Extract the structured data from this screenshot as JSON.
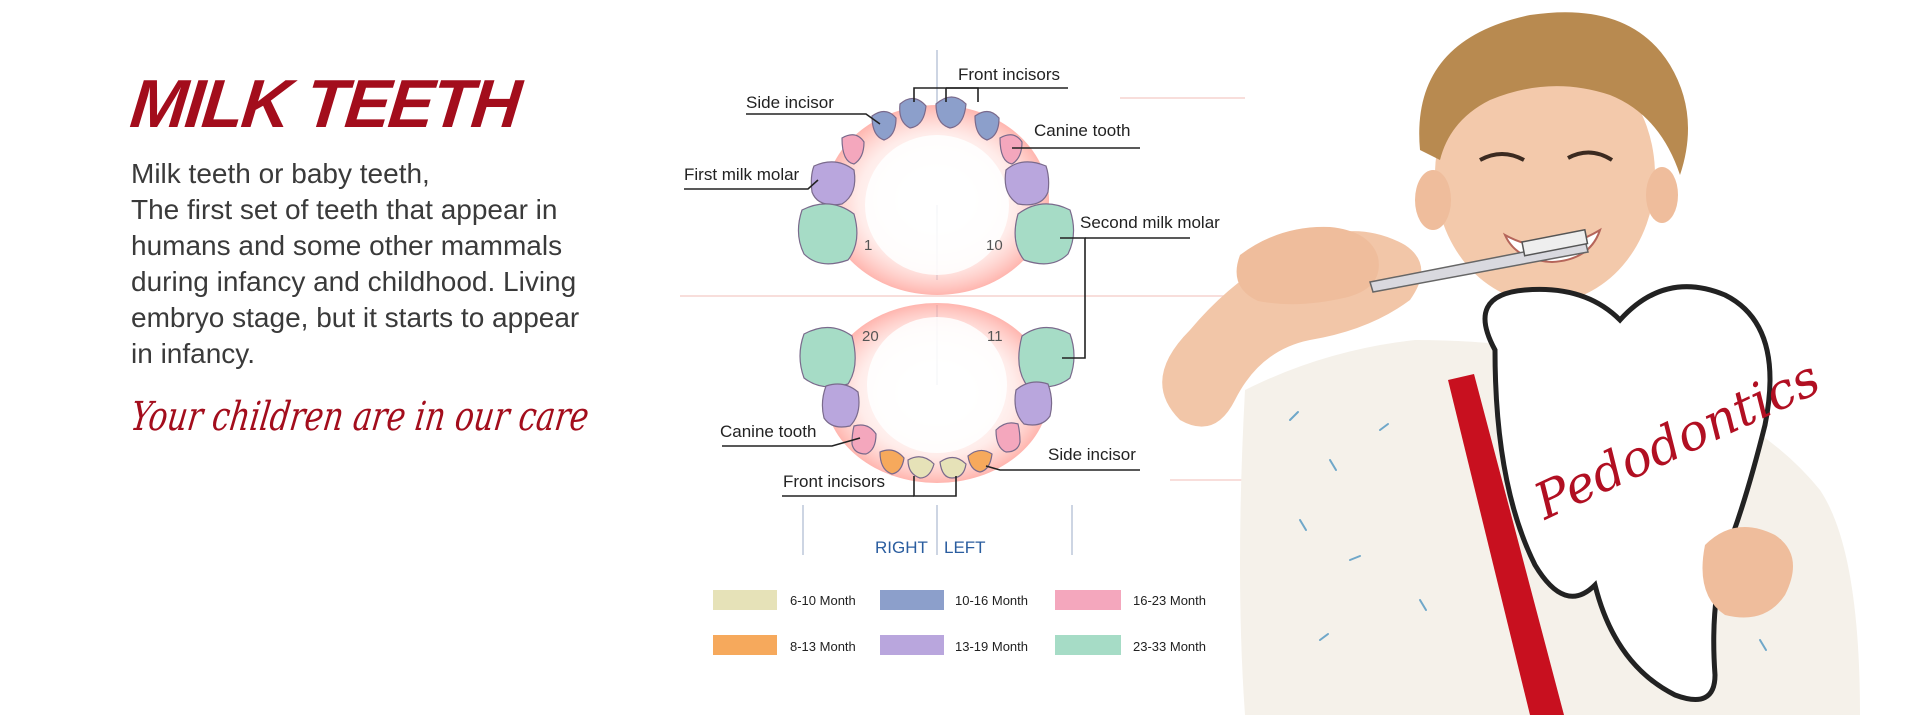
{
  "hero": {
    "title": "MILK TEETH",
    "description_lines": [
      "Milk teeth or baby teeth,",
      "The first set of teeth that appear in",
      "humans and some other mammals",
      "during infancy and childhood. Living",
      "embryo stage, but it starts to appear",
      "in infancy."
    ],
    "tagline": "Your children are in our care"
  },
  "diagram": {
    "labels": {
      "front_incisors_top": "Front incisors",
      "side_incisor_top": "Side incisor",
      "canine_top": "Canine tooth",
      "first_milk_molar": "First milk molar",
      "second_milk_molar": "Second milk molar",
      "canine_bottom": "Canine tooth",
      "side_incisor_bottom": "Side incisor",
      "front_incisors_bottom": "Front incisors"
    },
    "numbers": {
      "n1": "1",
      "n10": "10",
      "n20": "20",
      "n11": "11"
    },
    "sides": {
      "right": "RIGHT",
      "left": "LEFT"
    },
    "legend": [
      {
        "label": "6-10 Month",
        "color": "#e6e2b8"
      },
      {
        "label": "10-16 Month",
        "color": "#8c9fcb"
      },
      {
        "label": "16-23 Month",
        "color": "#f4a7bd"
      },
      {
        "label": "8-13 Month",
        "color": "#f6a95c"
      },
      {
        "label": "13-19 Month",
        "color": "#b9a6dd"
      },
      {
        "label": "23-33 Month",
        "color": "#a6dcc6"
      }
    ]
  },
  "sign": {
    "text": "Pedodontics"
  },
  "colors": {
    "brand_red": "#a30d1c"
  }
}
